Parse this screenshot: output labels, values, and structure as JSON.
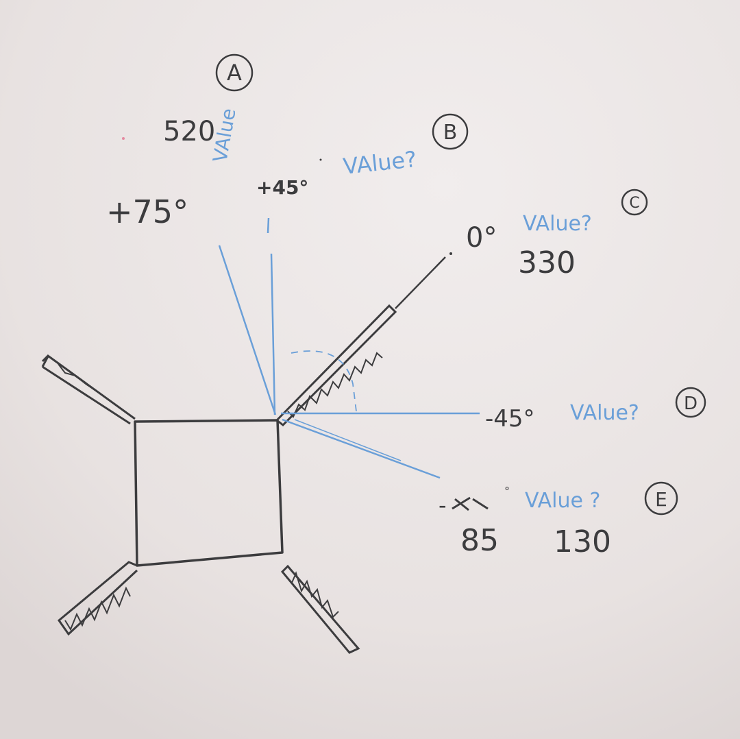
{
  "colors": {
    "paper": "#ece7e6",
    "ink_black": "#3c3c3e",
    "ink_blue": "#6a9fd8"
  },
  "labels": {
    "A": {
      "marker": "A",
      "angle": "+75°",
      "value_word": "VAlue",
      "value": "520"
    },
    "B": {
      "marker": "B",
      "angle": "+45°",
      "value_prompt": "VAlue?"
    },
    "C": {
      "marker": "C",
      "angle": "0°",
      "value_prompt": "VAlue?",
      "value": "330"
    },
    "D": {
      "marker": "D",
      "angle": "-45°",
      "value_prompt": "VAlue?"
    },
    "E": {
      "marker": "E",
      "angle": "-",
      "value_prompt": "VAlue ?",
      "value_left": "85",
      "value_right": "130"
    }
  }
}
